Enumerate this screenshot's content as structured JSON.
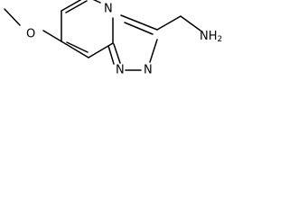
{
  "molecule": {
    "methoxy_oxygen": "O",
    "ring_nitrogen_bridge": "N",
    "ring_nitrogen_lower_left": "N",
    "ring_nitrogen_lower_right": "N",
    "amine_group": "NH",
    "amine_subscript": "2"
  },
  "colors": {
    "bond": "#000000",
    "label": "#000000",
    "background": "#ffffff"
  }
}
